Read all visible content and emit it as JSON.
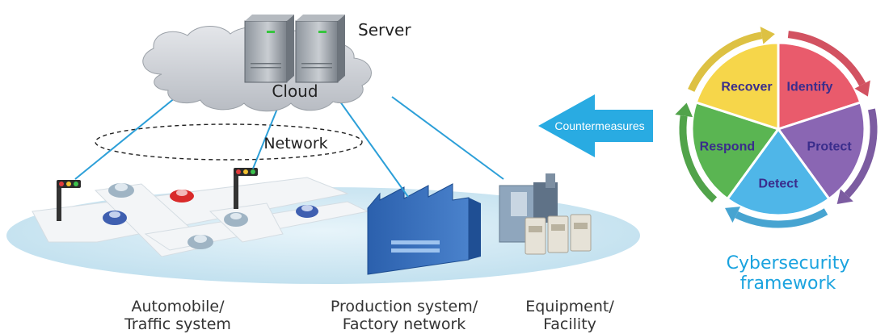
{
  "labels": {
    "server": "Server",
    "cloud": "Cloud",
    "network": "Network",
    "countermeasures": "Countermeasures",
    "automobile_line1": "Automobile/",
    "automobile_line2": "Traffic system",
    "production_line1": "Production system/",
    "production_line2": "Factory network",
    "equipment_line1": "Equipment/",
    "equipment_line2": "Facility",
    "framework_line1": "Cybersecurity",
    "framework_line2": "framework"
  },
  "framework": {
    "segments": [
      {
        "label": "Identify",
        "color": "#e95b6c"
      },
      {
        "label": "Protect",
        "color": "#8a66b3"
      },
      {
        "label": "Detect",
        "color": "#4fb6e8"
      },
      {
        "label": "Respond",
        "color": "#5ab552"
      },
      {
        "label": "Recover",
        "color": "#f6d64a"
      }
    ],
    "label_color": "#3a2d8c"
  },
  "colors": {
    "link_line": "#2c9fd8",
    "countermeasures_arrow": "#29abe2",
    "cloud": "#cfd3d8",
    "ground": "#cfe7f2"
  }
}
